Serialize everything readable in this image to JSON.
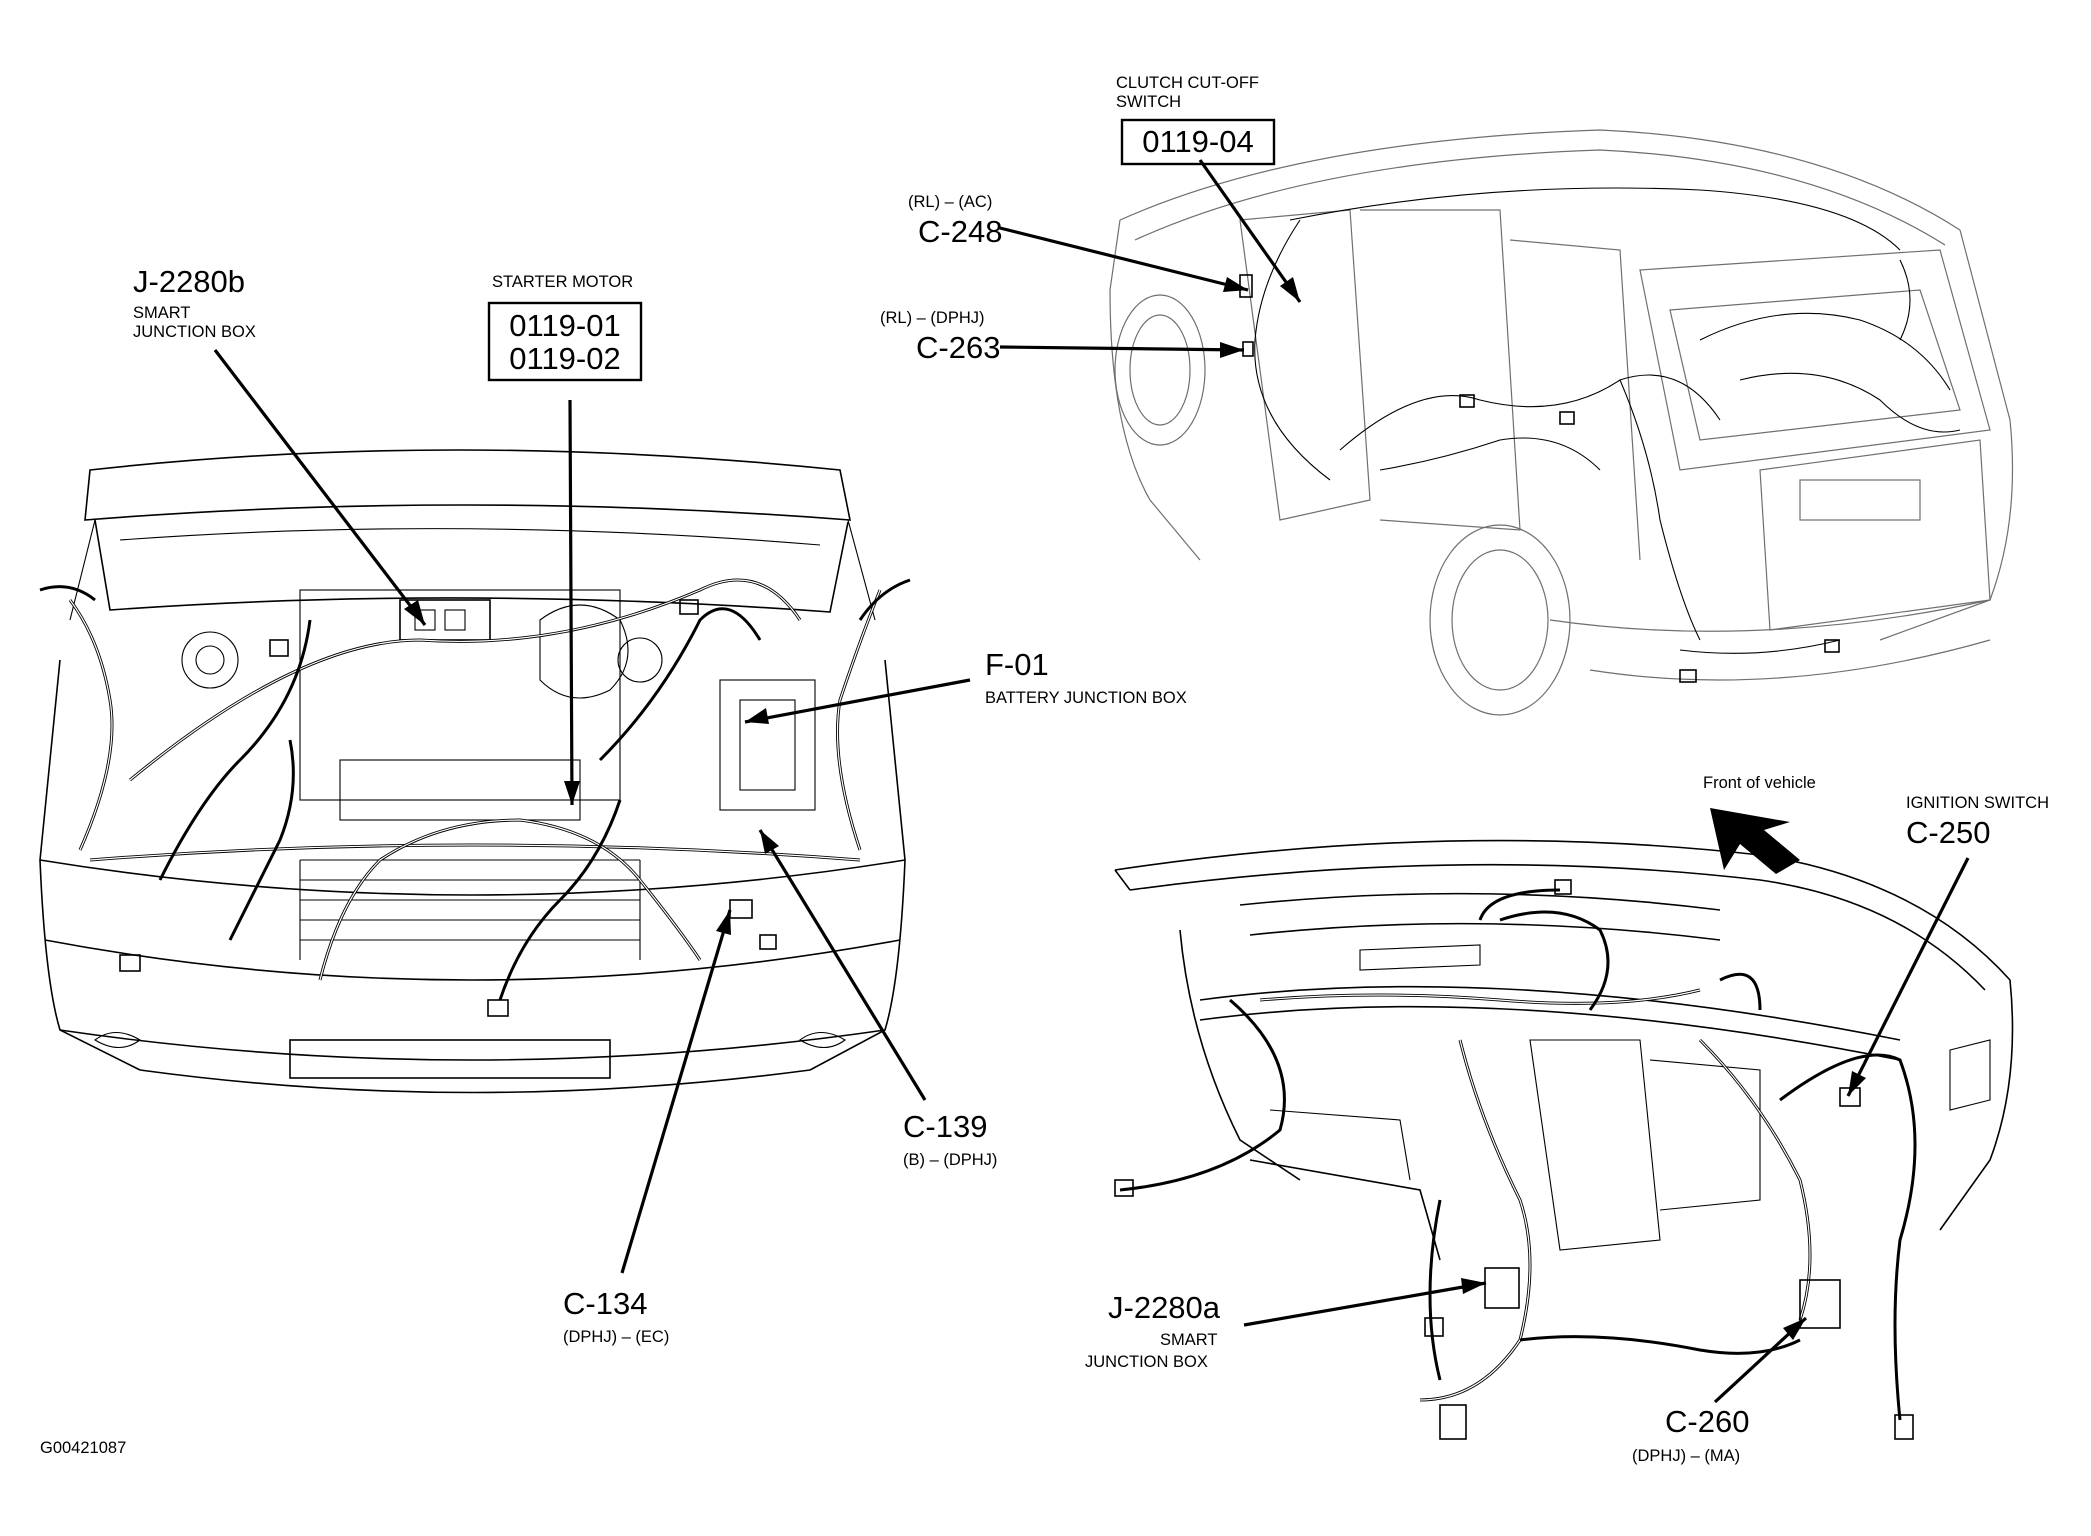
{
  "figure_id": "G00421087",
  "engine_bay": {
    "j2280b": {
      "id": "J-2280b",
      "desc_line1": "SMART",
      "desc_line2": "JUNCTION BOX"
    },
    "starter": {
      "title": "STARTER MOTOR",
      "code1": "0119-01",
      "code2": "0119-02"
    },
    "f01": {
      "id": "F-01",
      "desc": "BATTERY JUNCTION BOX"
    },
    "c139": {
      "id": "C-139",
      "loc": "(B) – (DPHJ)"
    },
    "c134": {
      "id": "C-134",
      "loc": "(DPHJ) – (EC)"
    }
  },
  "rear_body": {
    "clutch": {
      "title_line1": "CLUTCH CUT-OFF",
      "title_line2": "SWITCH",
      "code": "0119-04"
    },
    "c248": {
      "id": "C-248",
      "loc": "(RL) – (AC)"
    },
    "c263": {
      "id": "C-263",
      "loc": "(RL) – (DPHJ)"
    }
  },
  "dash": {
    "front_label": "Front of vehicle",
    "ignition": {
      "title": "IGNITION SWITCH",
      "id": "C-250"
    },
    "j2280a": {
      "id": "J-2280a",
      "desc_line1": "SMART",
      "desc_line2": "JUNCTION BOX"
    },
    "c260": {
      "id": "C-260",
      "loc": "(DPHJ) – (MA)"
    }
  }
}
